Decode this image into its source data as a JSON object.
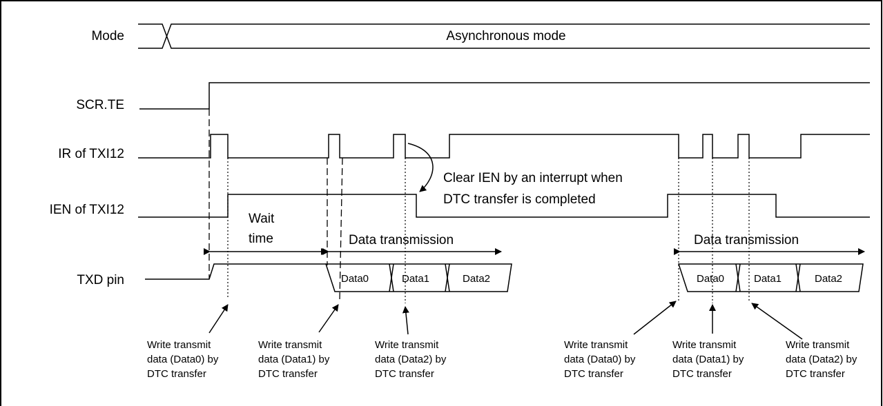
{
  "signals": {
    "mode": "Mode",
    "scr_te": "SCR.TE",
    "ir_txi12": "IR of TXI12",
    "ien_txi12": "IEN of TXI12",
    "txd_pin": "TXD pin"
  },
  "mode_value": "Asynchronous mode",
  "annotations": {
    "clear_ien_line1": "Clear IEN by an interrupt when",
    "clear_ien_line2": "DTC transfer is completed",
    "wait_line1": "Wait",
    "wait_line2": "time",
    "data_transmission_1": "Data transmission",
    "data_transmission_2": "Data transmission"
  },
  "data_frames": {
    "group1": [
      "Data0",
      "Data1",
      "Data2"
    ],
    "group2": [
      "Data0",
      "Data1",
      "Data2"
    ]
  },
  "notes": [
    [
      "Write transmit",
      "data (Data0) by",
      "DTC transfer"
    ],
    [
      "Write transmit",
      "data (Data1) by",
      "DTC transfer"
    ],
    [
      "Write transmit",
      "data (Data2) by",
      "DTC transfer"
    ],
    [
      "Write transmit",
      "data (Data0) by",
      "DTC transfer"
    ],
    [
      "Write transmit",
      "data (Data1) by",
      "DTC transfer"
    ],
    [
      "Write transmit",
      "data (Data2) by",
      "DTC transfer"
    ]
  ]
}
